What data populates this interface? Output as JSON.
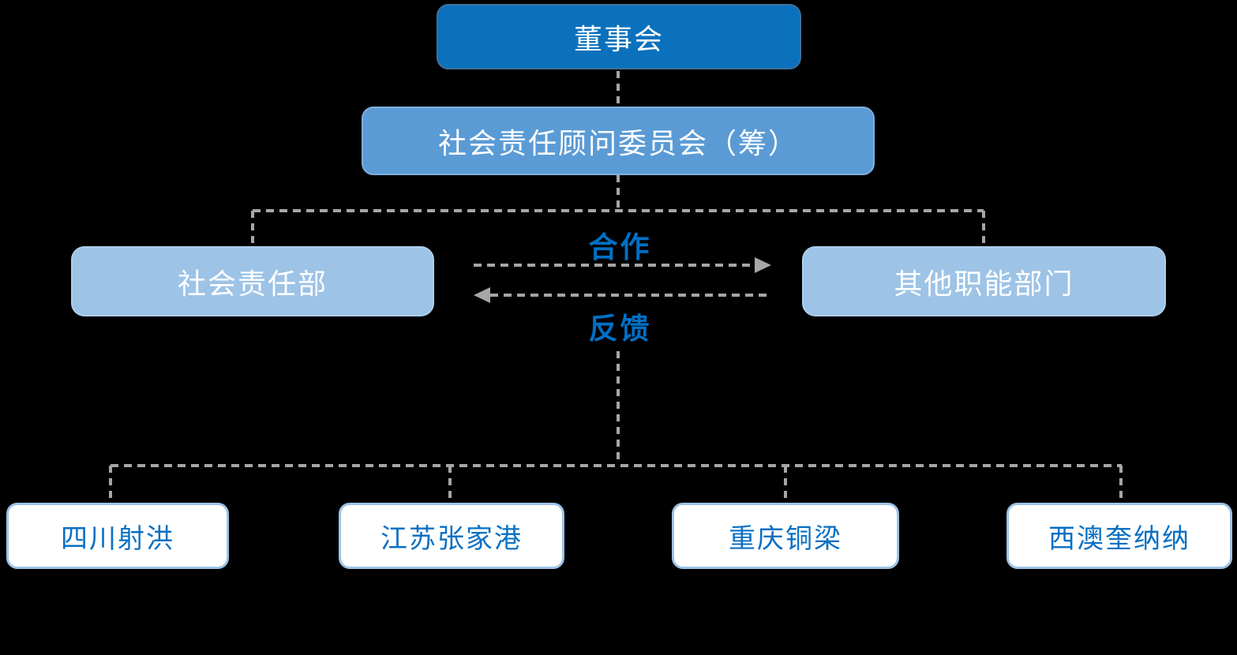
{
  "nodes": {
    "board": {
      "label": "董事会"
    },
    "committee": {
      "label": "社会责任顾问委员会（筹）"
    },
    "csr_dept": {
      "label": "社会责任部"
    },
    "other_depts": {
      "label": "其他职能部门"
    },
    "sites": [
      {
        "label": "四川射洪"
      },
      {
        "label": "江苏张家港"
      },
      {
        "label": "重庆铜梁"
      },
      {
        "label": "西澳奎纳纳"
      }
    ]
  },
  "relations": {
    "cooperation_label": "合作",
    "feedback_label": "反馈"
  },
  "colors": {
    "background": "#000000",
    "board_fill": "#0b71bd",
    "board_border": "#41719c",
    "committee_fill": "#5b9bd5",
    "committee_border": "#7fafdf",
    "dept_fill": "#9dc3e6",
    "dept_border": "#aecfec",
    "site_fill": "#ffffff",
    "site_border": "#9dc3e6",
    "site_text": "#0a70c3",
    "relation_label_text": "#0070c5",
    "connector": "#a6a6a6",
    "node_text": "#ffffff"
  }
}
